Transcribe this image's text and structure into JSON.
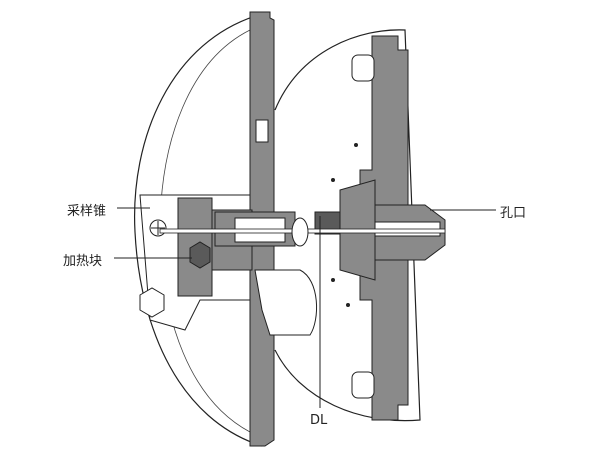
{
  "labels": {
    "sampler_cone": "采样锥",
    "heating_block": "加热块",
    "orifice": "孔口",
    "dl": "DL"
  },
  "colors": {
    "plate": "#8a8a8a",
    "dark": "#5a5a5a",
    "outline": "#222222",
    "light": "#ffffff"
  }
}
